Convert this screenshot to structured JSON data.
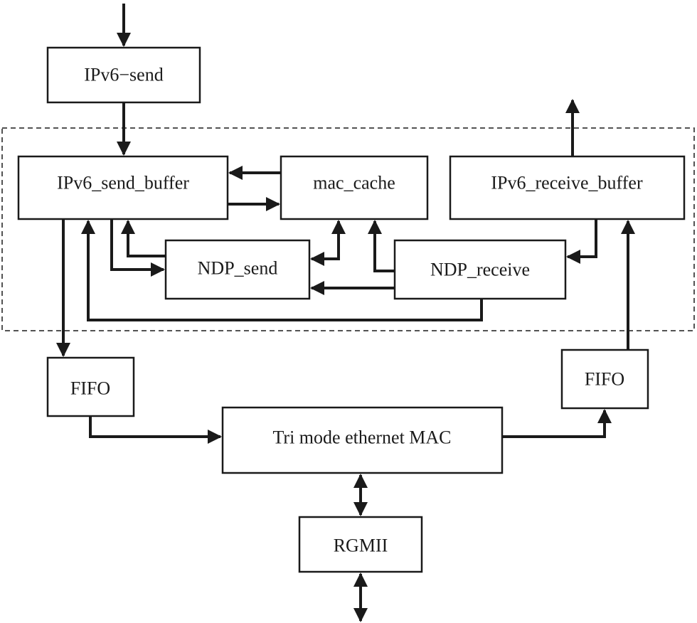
{
  "blocks": {
    "ipv6_send": "IPv6−send",
    "ipv6_send_buffer": "IPv6_send_buffer",
    "mac_cache": "mac_cache",
    "ipv6_receive_buffer": "IPv6_receive_buffer",
    "ndp_send": "NDP_send",
    "ndp_receive": "NDP_receive",
    "fifo_tx": "FIFO",
    "fifo_rx": "FIFO",
    "tri_mode_mac": "Tri mode ethernet MAC",
    "rgmii": "RGMII"
  }
}
